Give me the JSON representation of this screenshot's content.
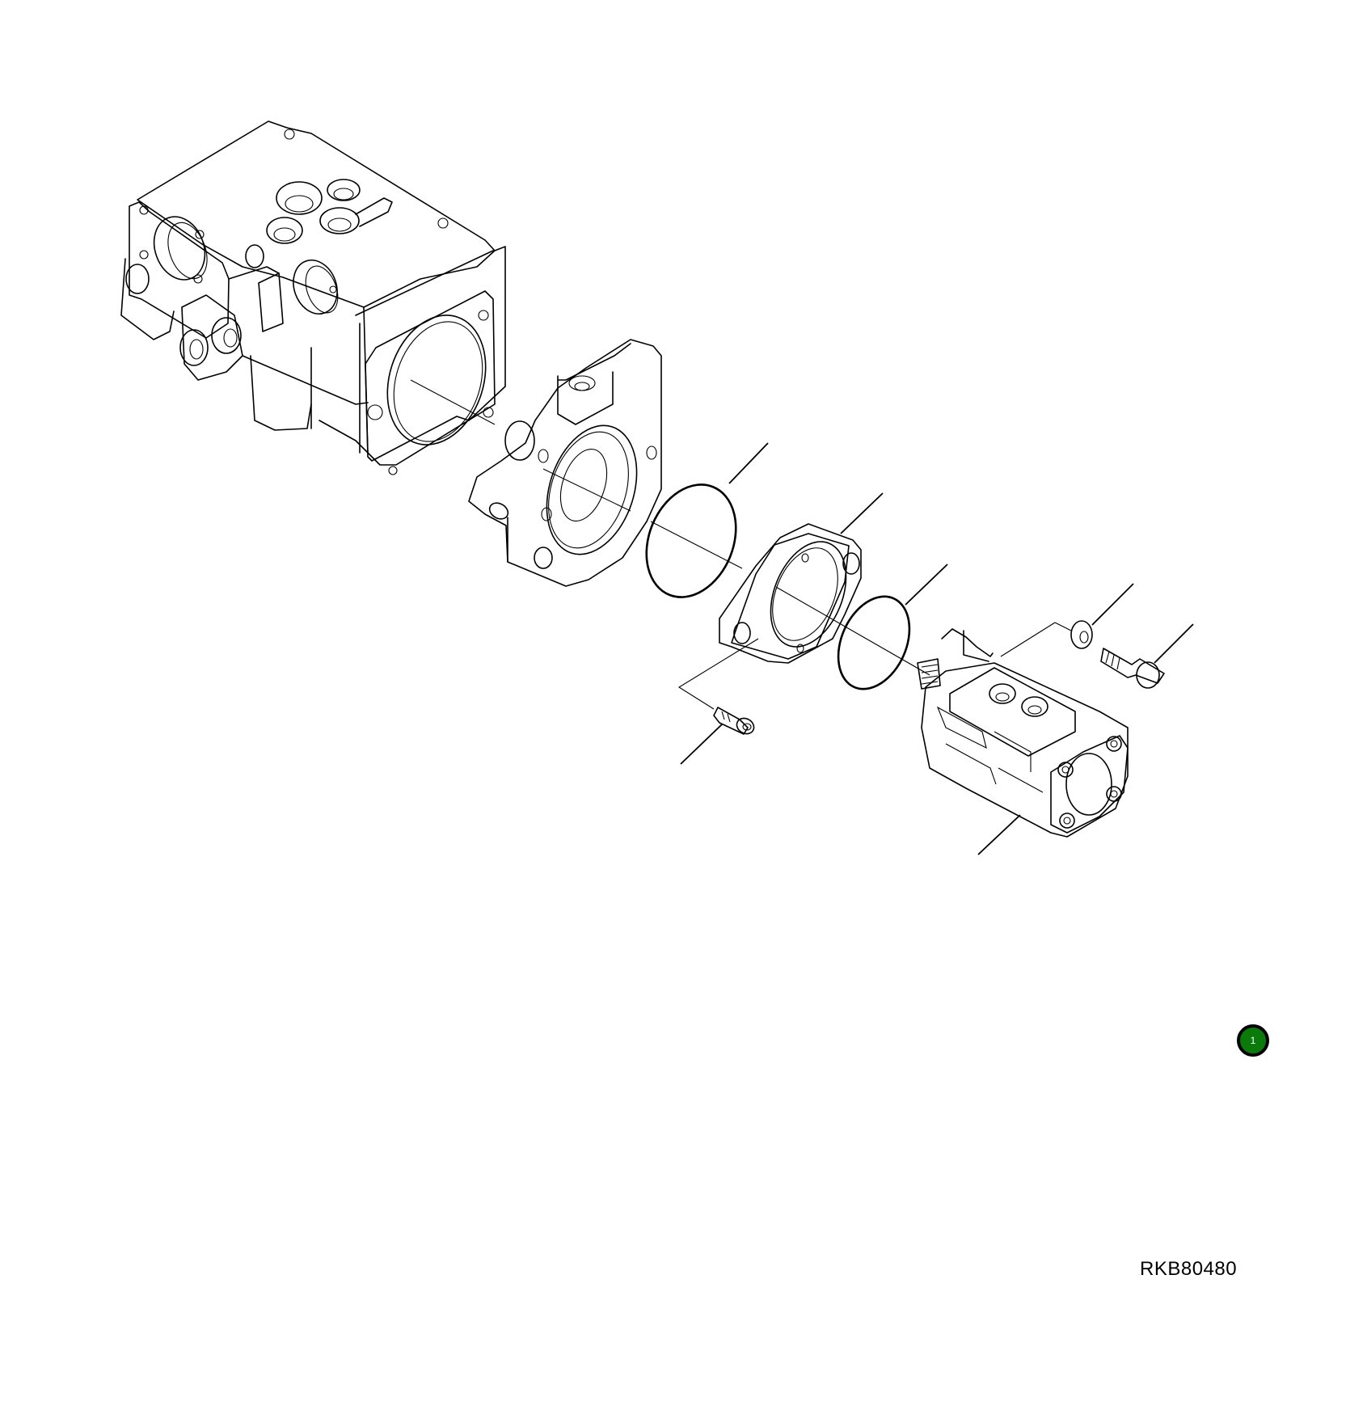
{
  "diagram": {
    "type": "exploded-parts-view",
    "figure_code": "RKB80480",
    "callouts": [
      {
        "label": "1",
        "color": "#0a7a0a",
        "icon": "green-circle-callout"
      }
    ],
    "parts": [
      {
        "name": "main-pump-valve-body",
        "leader": false
      },
      {
        "name": "adapter-housing",
        "leader": false
      },
      {
        "name": "large-o-ring",
        "leader": true
      },
      {
        "name": "flange-plate",
        "leader": true
      },
      {
        "name": "small-o-ring",
        "leader": true
      },
      {
        "name": "socket-head-cap-screw",
        "leader": true
      },
      {
        "name": "washer",
        "leader": true
      },
      {
        "name": "hex-bolt",
        "leader": true
      },
      {
        "name": "gear-pump",
        "leader": true
      }
    ]
  }
}
